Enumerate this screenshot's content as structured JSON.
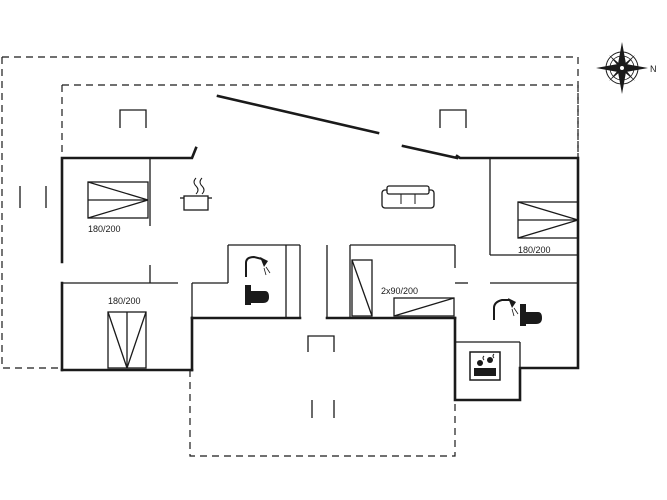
{
  "compass": {
    "north_label": "N",
    "icon": "compass-rose-icon"
  },
  "rooms": {
    "bedroom_west_bed": "180/200",
    "bedroom_southwest_bed": "180/200",
    "bedroom_east_bed": "180/200",
    "bedroom_central_bed": "2x90/200"
  },
  "icons": {
    "kitchen": "stove-pot-icon",
    "living": "sofa-icon",
    "bathroom_west_shower": "shower-icon",
    "bathroom_west_toilet": "toilet-icon",
    "bathroom_east_shower": "shower-icon",
    "bathroom_east_toilet": "toilet-icon",
    "sauna": "sauna-icon"
  }
}
